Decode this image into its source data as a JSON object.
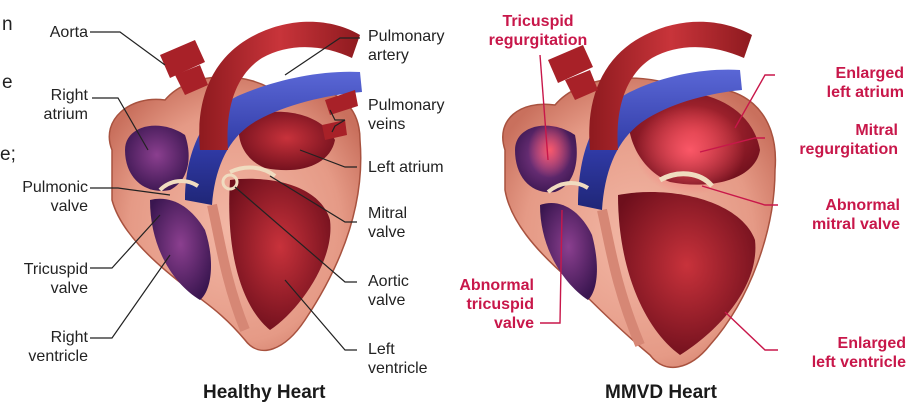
{
  "edge_text": [
    "n",
    "e",
    "e;"
  ],
  "healthy": {
    "caption": "Healthy Heart",
    "labels": {
      "aorta": "Aorta",
      "right_atrium": [
        "Right",
        "atrium"
      ],
      "pulmonic_valve": [
        "Pulmonic",
        "valve"
      ],
      "tricuspid_valve": [
        "Tricuspid",
        "valve"
      ],
      "right_ventricle": [
        "Right",
        "ventricle"
      ],
      "pulmonary_artery": [
        "Pulmonary",
        "artery"
      ],
      "pulmonary_veins": [
        "Pulmonary",
        "veins"
      ],
      "left_atrium": "Left atrium",
      "mitral_valve": [
        "Mitral",
        "valve"
      ],
      "aortic_valve": [
        "Aortic",
        "valve"
      ],
      "left_ventricle": [
        "Left",
        "ventricle"
      ]
    }
  },
  "mmvd": {
    "caption": "MMVD Heart",
    "labels": {
      "tricuspid_regurgitation": [
        "Tricuspid",
        "regurgitation"
      ],
      "enlarged_left_atrium": [
        "Enlarged",
        "left atrium"
      ],
      "mitral_regurgitation": [
        "Mitral",
        "regurgitation"
      ],
      "abnormal_mitral_valve": [
        "Abnormal",
        "mitral valve"
      ],
      "abnormal_tricuspid_valve": [
        "Abnormal",
        "tricuspid",
        "valve"
      ],
      "enlarged_left_ventricle": [
        "Enlarged",
        "left ventricle"
      ]
    }
  },
  "colors": {
    "highlight": "#c8174a",
    "aorta_red": "#b3262a",
    "pulmonary_blue": "#3a45b8",
    "muscle_pink": "#e8a592",
    "chamber_dark": "#7a1220"
  }
}
